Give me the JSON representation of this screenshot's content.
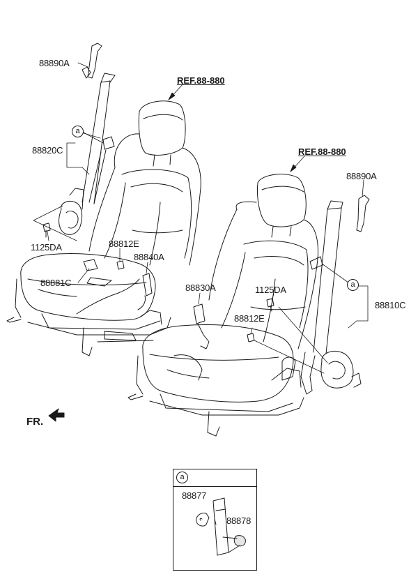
{
  "references": {
    "left_seat": "REF.88-880",
    "right_seat": "REF.88-880"
  },
  "callout_marker": "a",
  "orientation_label": "FR.",
  "part_labels": {
    "top_anchor_left": "88890A",
    "belt_assy_left": "88820C",
    "bolt_left": "1125DA",
    "bolt_left_lower": "88812E",
    "buckle_left": "88840A",
    "anchor_cover_left": "88881C",
    "buckle_right": "88830A",
    "bolt_right": "1125DA",
    "bolt_right_lower": "88812E",
    "top_anchor_right": "88890A",
    "belt_assy_right": "88810C"
  },
  "detail": {
    "marker": "a",
    "part_upper": "88877",
    "part_lower": "88878"
  }
}
